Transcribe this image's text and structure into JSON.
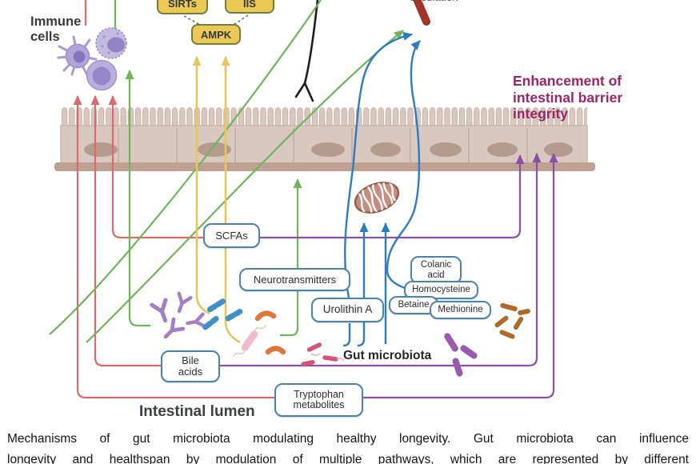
{
  "labels": {
    "immune_cells": "Immune cells",
    "circulation": "circulation",
    "enhancement_of_barrier": "Enhancement of intestinal barrier integrity",
    "gut_microbiota": "Gut microbiota",
    "intestinal_lumen": "Intestinal lumen"
  },
  "boxes": {
    "sirts": "SIRTs",
    "iis": "IIS",
    "ampk": "AMPK",
    "scfas": "SCFAs",
    "neurotransmitters": "Neurotransmitters",
    "urolithin_a": "Urolithin A",
    "colanic_acid": "Colanic\nacid",
    "homocysteine": "Homocysteine",
    "betaine": "Betaine",
    "methionine": "Methionine",
    "bile_acids": "Bile\nacids",
    "tryptophan_metabolites": "Tryptophan\nmetabolites"
  },
  "caption": {
    "line1": "Mechanisms of gut microbiota modulating healthy longevity. Gut microbiota can influence",
    "line2": "longevity and healthspan by modulation of multiple pathways, which are represented by different"
  },
  "colors": {
    "pink": "#dd6a6a",
    "green": "#6fb55a",
    "yellow": "#e7c65c",
    "blue": "#2e7cc0",
    "purple": "#8a4fa8",
    "magenta": "#9c2569",
    "vessel_red": "#a03528",
    "box_yellow_fill": "#ecc857",
    "box_yellow_border": "#70803b",
    "box_blue_border": "#4a84ad",
    "epithelium_fill": "#d9c8c0",
    "epithelium_base": "#bfa193",
    "nucleus_fill": "#b59a8e"
  }
}
